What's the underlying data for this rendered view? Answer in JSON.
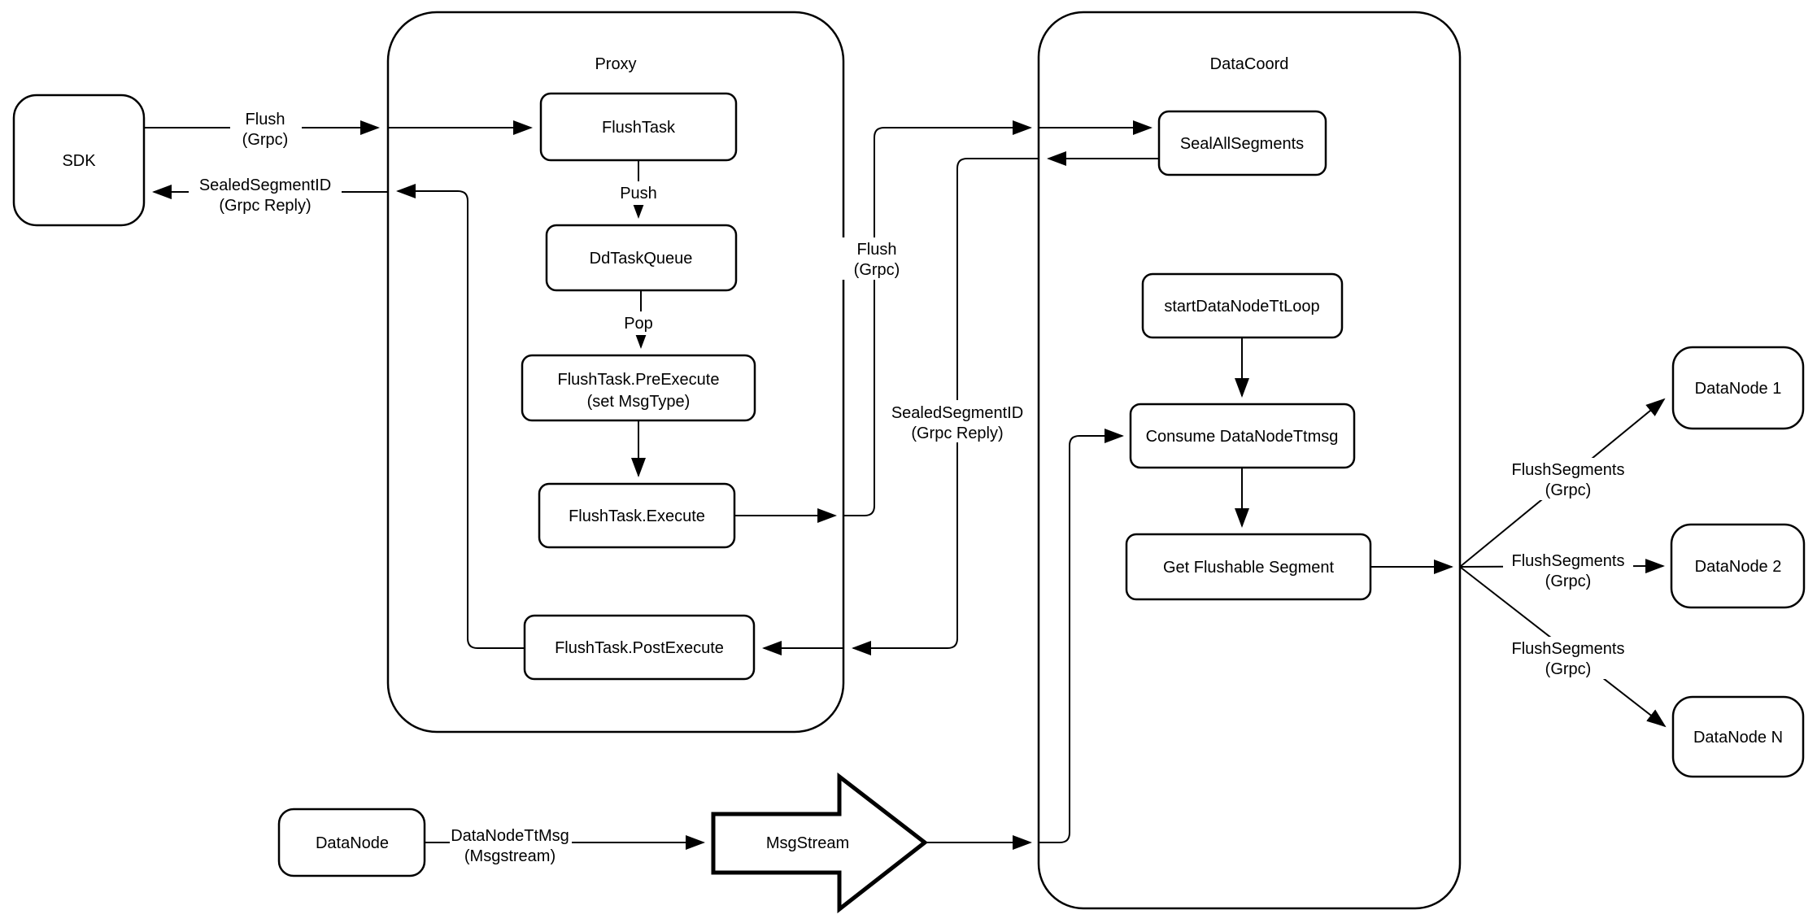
{
  "colors": {
    "stroke": "#000000",
    "node_fill": "#ffffff",
    "background": "#ffffff"
  },
  "containers": {
    "proxy": {
      "title": "Proxy"
    },
    "datacoord": {
      "title": "DataCoord"
    }
  },
  "nodes": {
    "sdk": {
      "label": "SDK"
    },
    "flush_task": {
      "label": "FlushTask"
    },
    "dd_task_queue": {
      "label": "DdTaskQueue"
    },
    "pre_execute": {
      "line1": "FlushTask.PreExecute",
      "line2": "(set MsgType)"
    },
    "execute": {
      "label": "FlushTask.Execute"
    },
    "post_execute": {
      "label": "FlushTask.PostExecute"
    },
    "seal_all_segments": {
      "label": "SealAllSegments"
    },
    "start_data_node_tt_loop": {
      "label": "startDataNodeTtLoop"
    },
    "consume_data_node_ttmsg": {
      "label": "Consume DataNodeTtmsg"
    },
    "get_flushable_segment": {
      "label": "Get Flushable Segment"
    },
    "data_node_1": {
      "label": "DataNode 1"
    },
    "data_node_2": {
      "label": "DataNode 2"
    },
    "data_node_n": {
      "label": "DataNode N"
    },
    "data_node": {
      "label": "DataNode"
    },
    "msg_stream": {
      "label": "MsgStream"
    }
  },
  "edge_labels": {
    "flush_sdk": {
      "line1": "Flush",
      "line2": "(Grpc)"
    },
    "sealed_sdk": {
      "line1": "SealedSegmentID",
      "line2": "(Grpc Reply)"
    },
    "push": {
      "label": "Push"
    },
    "pop": {
      "label": "Pop"
    },
    "flush_mid": {
      "line1": "Flush",
      "line2": "(Grpc)"
    },
    "sealed_mid": {
      "line1": "SealedSegmentID",
      "line2": "(Grpc Reply)"
    },
    "flush_segments_1": {
      "line1": "FlushSegments",
      "line2": "(Grpc)"
    },
    "flush_segments_2": {
      "line1": "FlushSegments",
      "line2": "(Grpc)"
    },
    "flush_segments_3": {
      "line1": "FlushSegments",
      "line2": "(Grpc)"
    },
    "data_node_tt_msg": {
      "line1": "DataNodeTtMsg",
      "line2": "(Msgstream)"
    }
  }
}
